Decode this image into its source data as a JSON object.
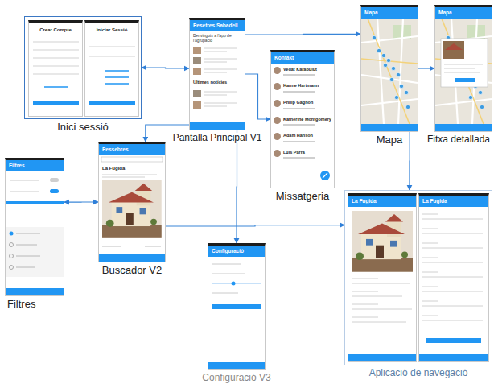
{
  "diagram": {
    "nodes": [
      {
        "text": [
          "Inici sessió"
        ]
      },
      {
        "text": [
          "Crear Compte"
        ],
        "in": 0
      },
      {
        "text": [
          "Iniciar Sessió"
        ],
        "in": 0
      },
      {
        "text": [
          "Pesetres Sabadell",
          "Benvinguts a l'app de l'agrupació",
          "Últimes notícies",
          "Pantalla Principal V1"
        ]
      },
      {
        "text": [
          "Kontakt",
          "Vedat Karabulut",
          "Hanne Hartmann",
          "Philip Gagnon",
          "Katherine Montgomery",
          "Adam Hanson",
          "Luis Parra",
          "Missatgeria"
        ]
      },
      {
        "text": [
          "Mapa",
          "Mapa"
        ]
      },
      {
        "text": [
          "Mapa",
          "Fitxa detallada"
        ]
      },
      {
        "text": [
          "Filtres",
          "Filtres"
        ]
      },
      {
        "text": [
          "Pessebres",
          "La Fugida",
          "Buscador V2"
        ]
      },
      {
        "text": [
          "Configuració",
          "Configuració V3"
        ]
      },
      {
        "text": [
          "Aplicació de navegació"
        ]
      },
      {
        "text": [
          "La Fugida"
        ],
        "in": 10
      },
      {
        "text": [
          "La Fugida"
        ],
        "in": 10
      }
    ],
    "edges": [
      {
        "from": 0,
        "to": 3,
        "arrow": "both"
      },
      {
        "from": 3,
        "to": 4,
        "arrow": "to"
      },
      {
        "from": 3,
        "to": 5,
        "arrow": "to"
      },
      {
        "from": 5,
        "to": 6,
        "arrow": "to"
      },
      {
        "from": 3,
        "to": 8,
        "arrow": "to"
      },
      {
        "from": 8,
        "to": 7,
        "arrow": "both"
      },
      {
        "from": 8,
        "to": 10,
        "arrow": "to"
      },
      {
        "from": 3,
        "to": 9,
        "arrow": "to"
      },
      {
        "from": 5,
        "to": 10,
        "arrow": "to"
      }
    ]
  }
}
